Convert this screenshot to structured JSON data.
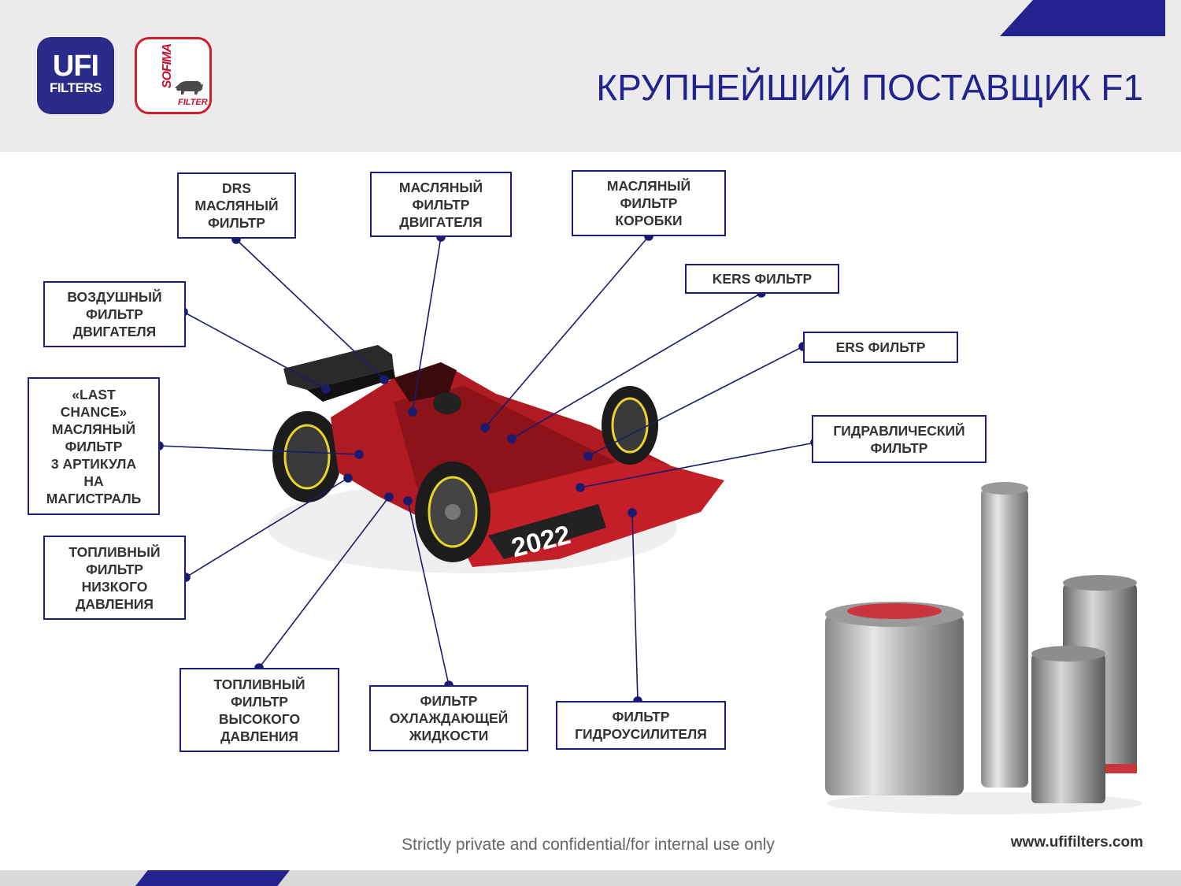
{
  "header": {
    "title": "КРУПНЕЙШИЙ ПОСТАВЩИК F1",
    "logo_ufi_line1": "UFI",
    "logo_ufi_line2": "FILTERS",
    "logo_sofima_wordmark": "SOFIMA",
    "logo_sofima_sub": "FILTER"
  },
  "labels": {
    "drs": "DRS\nМАСЛЯНЫЙ\nФИЛЬТР",
    "engine_oil": "МАСЛЯНЫЙ\nФИЛЬТР\nДВИГАТЕЛЯ",
    "gearbox_oil": "МАСЛЯНЫЙ\nФИЛЬТР\nКОРОБКИ",
    "kers": "KERS ФИЛЬТР",
    "ers": "ERS ФИЛЬТР",
    "air": "ВОЗДУШНЫЙ\nФИЛЬТР\nДВИГАТЕЛЯ",
    "last_chance": "«LAST\nCHANCE»\nМАСЛЯНЫЙ\nФИЛЬТР\n3 АРТИКУЛА\nНА\nМАГИСТРАЛЬ",
    "hydraulic": "ГИДРАВЛИЧЕСКИЙ\nФИЛЬТР",
    "fuel_low": "ТОПЛИВНЫЙ\nФИЛЬТР\nНИЗКОГО\nДАВЛЕНИЯ",
    "fuel_high": "ТОПЛИВНЫЙ\nФИЛЬТР\nВЫСОКОГО\nДАВЛЕНИЯ",
    "coolant": "ФИЛЬТР\nОХЛАЖДАЮЩЕЙ\nЖИДКОСТИ",
    "power_steering": "ФИЛЬТР\nГИДРОУСИЛИТЕЛЯ"
  },
  "footer": {
    "confidential": "Strictly private and confidential/for internal use only",
    "url": "www.ufifilters.com"
  },
  "colors": {
    "brand_blue": "#23238f",
    "box_border": "#1c1c82",
    "connector": "#1a1a6e",
    "car_red": "#b01a22"
  }
}
